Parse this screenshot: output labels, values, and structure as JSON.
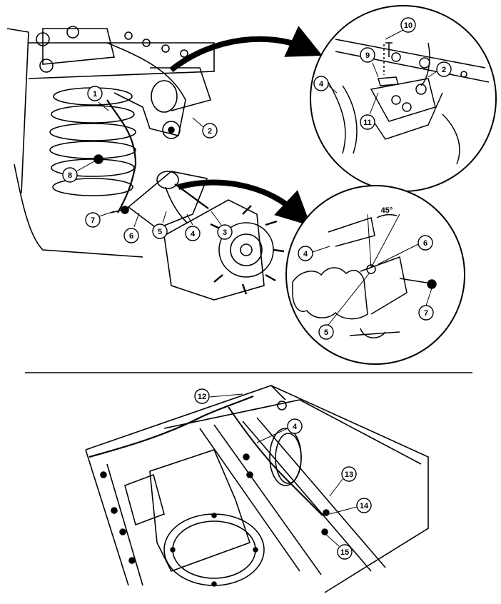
{
  "figure": {
    "upper_callouts": [
      "1",
      "2",
      "3",
      "4",
      "5",
      "6",
      "7",
      "8"
    ],
    "detail_top_callouts": [
      "10",
      "9",
      "4",
      "2",
      "11"
    ],
    "detail_bottom_callouts": [
      "4",
      "6",
      "7",
      "5"
    ],
    "angle_label": "45°",
    "lower_callouts": [
      "12",
      "4",
      "13",
      "14",
      "15"
    ]
  }
}
